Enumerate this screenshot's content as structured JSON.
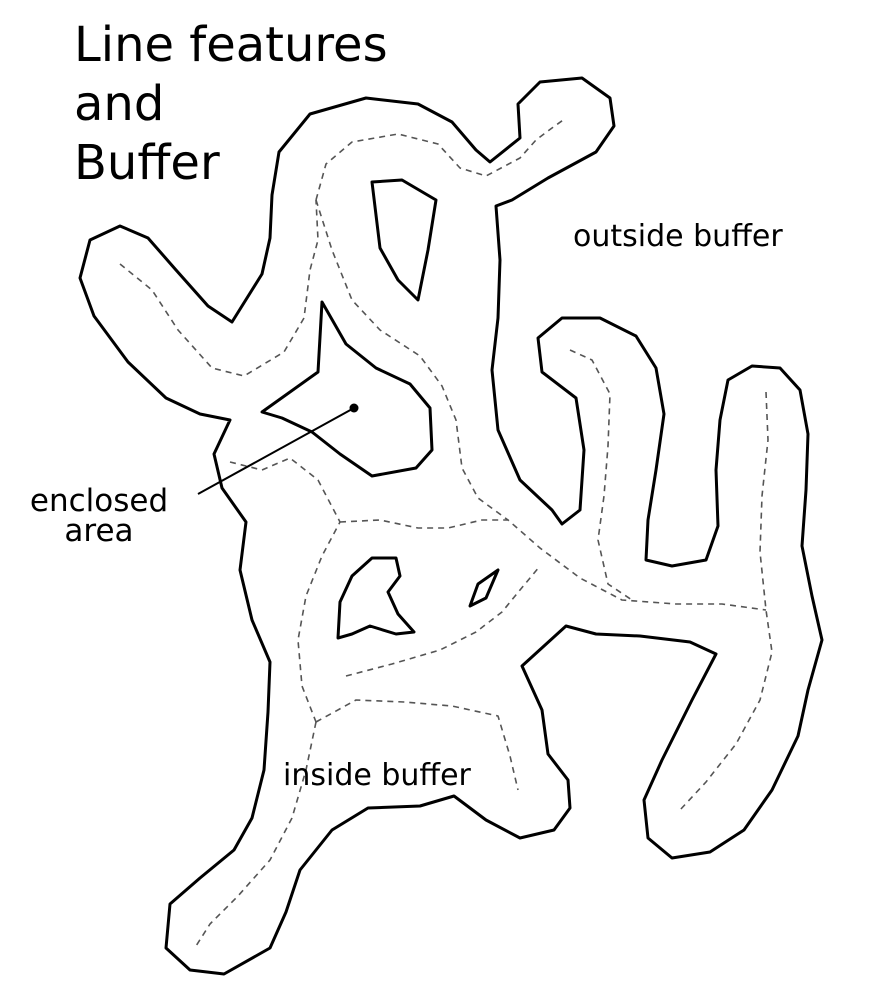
{
  "diagram": {
    "title": "Line features\nand\nBuffer",
    "labels": {
      "outside_buffer": "outside buffer",
      "enclosed_area": "enclosed\narea",
      "inside_buffer": "inside buffer"
    },
    "colors": {
      "background": "#ffffff",
      "buffer_outline": "#000000",
      "line_features": "#555555",
      "text": "#000000"
    }
  }
}
